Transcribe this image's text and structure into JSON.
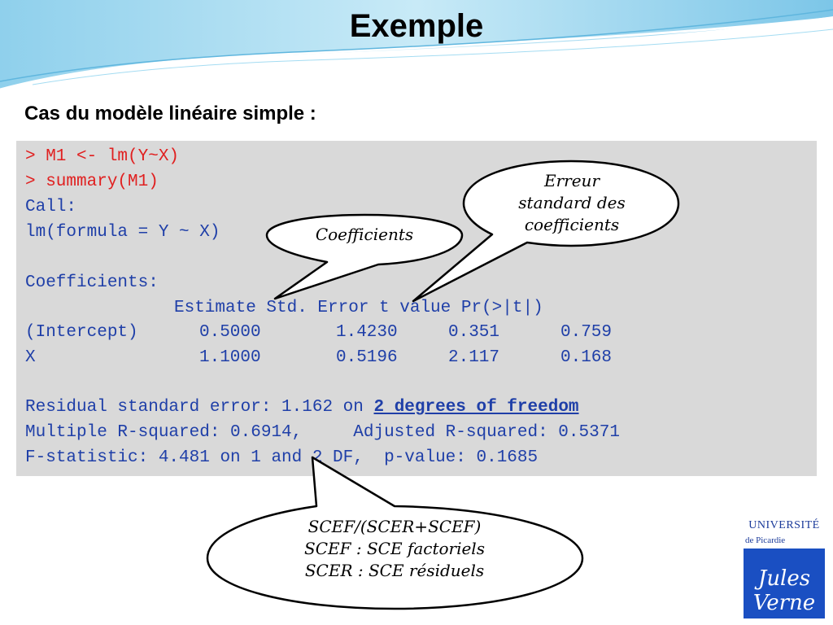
{
  "slide": {
    "title": "Exemple",
    "subtitle": "Cas du modèle linéaire simple :"
  },
  "code": {
    "cmd1": "> M1 <- lm(Y~X)",
    "cmd2": "> summary(M1)",
    "call_label": "Call:",
    "call_formula": "lm(formula = Y ~ X)",
    "coef_label": "Coefficients:",
    "table_header": "Estimate Std. Error t value Pr(>|t|)",
    "rows": [
      {
        "name": "(Intercept)",
        "estimate": "0.5000",
        "std_error": "1.4230",
        "t_value": "0.351",
        "p_value": "0.759"
      },
      {
        "name": "X",
        "estimate": "1.1000",
        "std_error": "0.5196",
        "t_value": "2.117",
        "p_value": "0.168"
      }
    ],
    "residual_prefix": "Residual standard error: 1.162 on ",
    "residual_link": "2 degrees of freedom",
    "r_squared": "Multiple R-squared: 0.6914,     Adjusted R-squared: 0.5371",
    "f_statistic": "F-statistic: 4.481 on 1 and 2 DF,  p-value: 0.1685"
  },
  "callouts": {
    "coefficients": "Coefficients",
    "std_error_l1": "Erreur",
    "std_error_l2": "standard des",
    "std_error_l3": "coefficients",
    "rsq_l1": "SCEF/(SCER+SCEF)",
    "rsq_l2": "SCEF : SCE factoriels",
    "rsq_l3": "SCER : SCE résiduels"
  },
  "logo": {
    "title": "UNIVERSITÉ",
    "subtitle": "de Picardie",
    "signature": "Jules Verne"
  },
  "colors": {
    "code_blue": "#1f3fa8",
    "code_red": "#e02020",
    "code_bg": "#d9d9d9",
    "logo_blue": "#1a4fc2"
  }
}
